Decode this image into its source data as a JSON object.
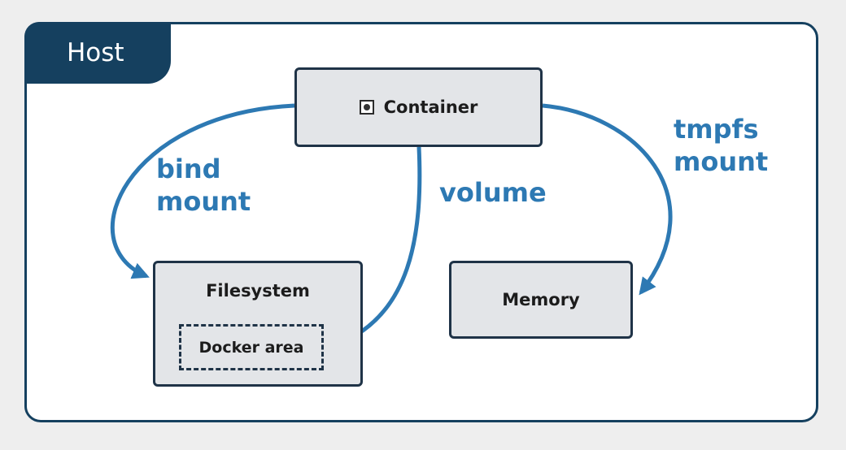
{
  "host": {
    "label": "Host"
  },
  "container": {
    "label": "Container",
    "icon": "container-icon"
  },
  "filesystem": {
    "label": "Filesystem",
    "docker_area_label": "Docker area"
  },
  "memory": {
    "label": "Memory"
  },
  "mounts": {
    "bind": {
      "line1": "bind",
      "line2": "mount"
    },
    "volume": {
      "label": "volume"
    },
    "tmpfs": {
      "line1": "tmpfs",
      "line2": "mount"
    }
  },
  "colors": {
    "host_dark": "#15405f",
    "arrow_blue": "#2d79b3",
    "box_fill": "#e3e5e8",
    "box_border": "#1f3347",
    "background": "#eeeeee"
  }
}
